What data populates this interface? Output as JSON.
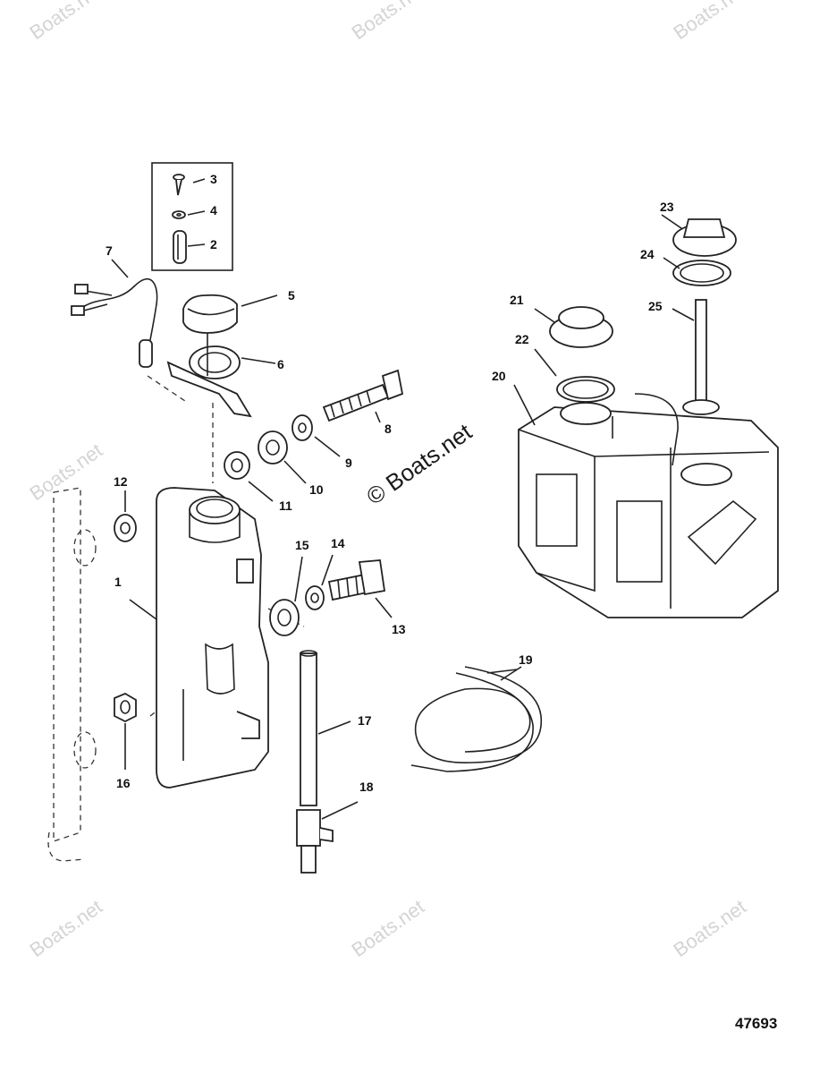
{
  "figure_number": "47693",
  "watermark_text": "Boats.net",
  "center_watermark": "© Boats.net",
  "callouts": [
    "1",
    "2",
    "3",
    "4",
    "5",
    "6",
    "7",
    "8",
    "9",
    "10",
    "11",
    "12",
    "13",
    "14",
    "15",
    "16",
    "17",
    "18",
    "19",
    "20",
    "21",
    "22",
    "23",
    "24",
    "25"
  ],
  "colors": {
    "line": "#222222",
    "watermark": "#d4d4d4",
    "background": "#ffffff"
  }
}
